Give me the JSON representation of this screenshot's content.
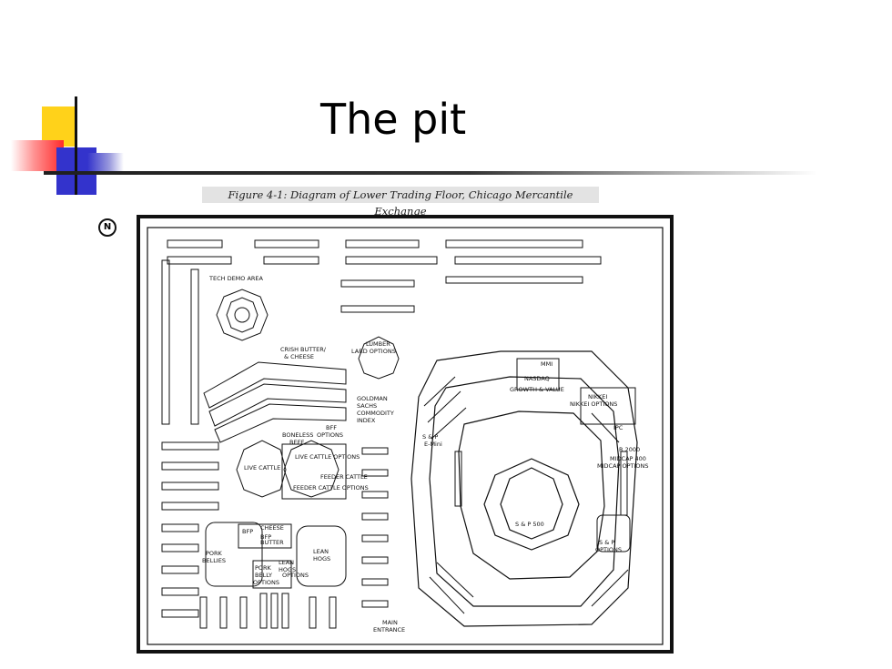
{
  "slide": {
    "title": "The pit",
    "caption": "Figure 4-1: Diagram of Lower Trading Floor, Chicago Mercantile Exchange"
  },
  "diagram": {
    "north_marker": "N",
    "labels": [
      "TECH DEMO AREA",
      "LUMBER",
      "LARD OPTIONS",
      "CRISH BUTTER/",
      "& CHEESE",
      "MMI",
      "NASDAQ",
      "GROWTH & VALUE",
      "NIKKEI",
      "NIKKEI OPTIONS",
      "GOLDMAN",
      "SACHS",
      "COMMODITY",
      "INDEX",
      "BFF",
      "BONELESS",
      "BEEF",
      "OPTIONS",
      "LIVE CATTLE",
      "LIVE CATTLE OPTIONS",
      "FEEDER CATTLE",
      "FEEDER CATTLE OPTIONS",
      "S & P",
      "E-Mini",
      "IPC",
      "R 2000",
      "MIDCAP 400",
      "MIDCAP OPTIONS",
      "S & P 500",
      "S & P",
      "OPTIONS",
      "BFP",
      "CHEESE",
      "BFP",
      "BUTTER",
      "PORK",
      "BELLIES",
      "LEAN",
      "HOGS",
      "LEAN",
      "HOGS",
      "PORK",
      "BELLY",
      "OPTIONS",
      "OPTIONS",
      "MAIN",
      "ENTRANCE"
    ]
  }
}
